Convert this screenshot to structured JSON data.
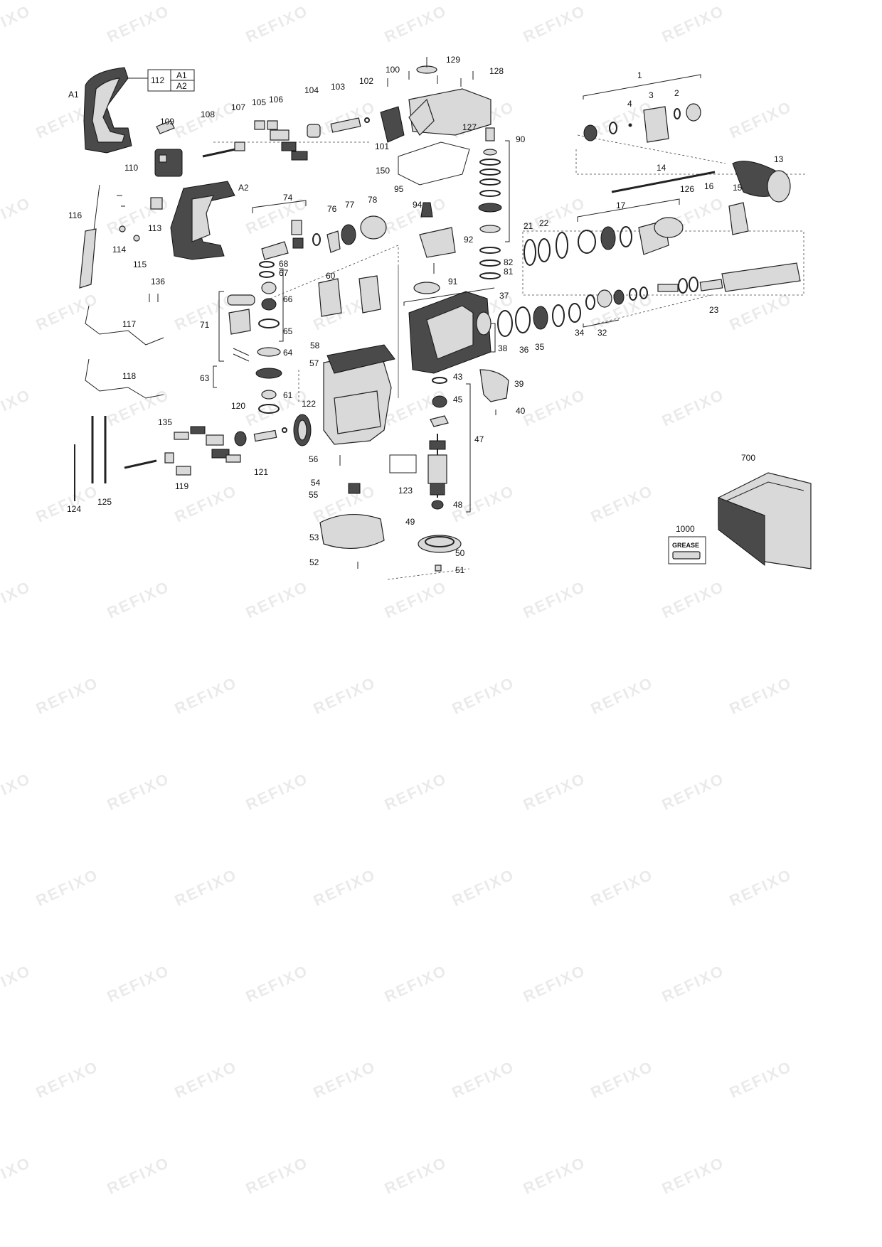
{
  "watermark": "REFIXO",
  "grease_label": "GREASE",
  "table_112": {
    "id": "112",
    "rows": [
      "A1",
      "A2"
    ]
  },
  "part_labels": [
    "A1",
    "A2",
    "1",
    "2",
    "3",
    "4",
    "13",
    "14",
    "15",
    "16",
    "17",
    "21",
    "22",
    "23",
    "32",
    "34",
    "35",
    "36",
    "37",
    "38",
    "39",
    "40",
    "43",
    "45",
    "47",
    "48",
    "49",
    "50",
    "51",
    "52",
    "53",
    "54",
    "55",
    "56",
    "57",
    "58",
    "60",
    "61",
    "63",
    "64",
    "65",
    "66",
    "67",
    "68",
    "71",
    "74",
    "76",
    "77",
    "78",
    "81",
    "82",
    "90",
    "91",
    "92",
    "94",
    "95",
    "100",
    "101",
    "102",
    "103",
    "104",
    "105",
    "106",
    "107",
    "108",
    "109",
    "110",
    "113",
    "114",
    "115",
    "116",
    "117",
    "118",
    "119",
    "120",
    "121",
    "122",
    "123",
    "124",
    "125",
    "126",
    "127",
    "128",
    "129",
    "135",
    "136",
    "150",
    "700",
    "1000"
  ]
}
